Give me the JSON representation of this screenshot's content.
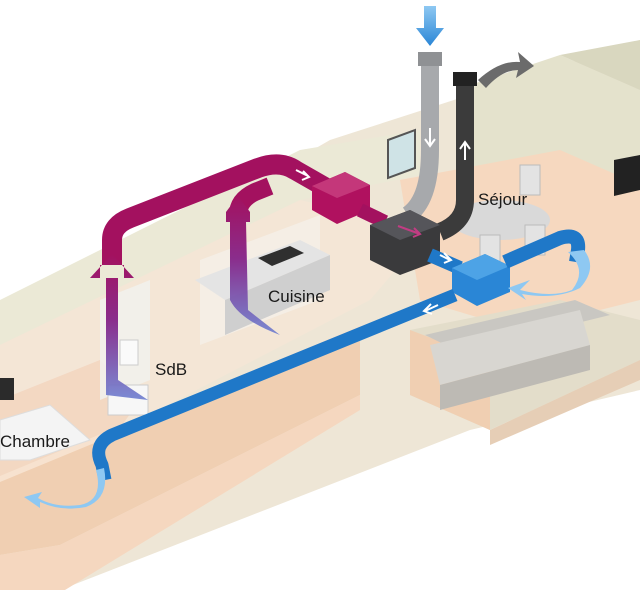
{
  "labels": {
    "sejour": "Séjour",
    "cuisine": "Cuisine",
    "sdb": "SdB",
    "chambre": "Chambre"
  },
  "colors": {
    "extract_duct": "#a3115f",
    "supply_duct": "#1f78c8",
    "fresh_air_duct": "#a7a9ac",
    "exhaust_duct": "#3b3b3b",
    "heat_exchanger_unit": "#3a3a3c",
    "supply_unit": "#2a86d6",
    "extract_box": "#b0115f",
    "floor": "#f4d9c2",
    "walls": "#e9e7d8",
    "ground": "#e8dcc8"
  },
  "icons": {
    "fresh_air_inlet": "down-arrow-icon",
    "exhaust_outlet": "curved-arrow-icon",
    "exchanger": "heat-exchanger-unit",
    "supply_box": "supply-distribution-box",
    "extract_box": "extract-collector-box"
  }
}
